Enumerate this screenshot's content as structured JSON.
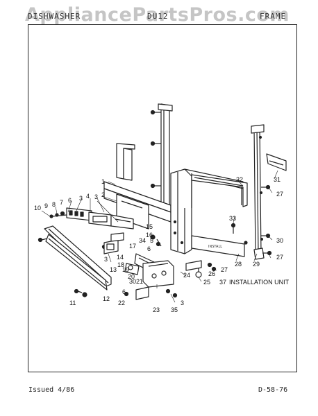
{
  "watermark": "AppliancePartsPros.com",
  "header": {
    "left": "DISHWASHER",
    "middle": "DU12",
    "right": "FRAME"
  },
  "footer": {
    "issued": "Issued 4/86",
    "page_code": "D-58-76"
  },
  "callouts": {
    "c1": "1",
    "c2": "2",
    "c3a": "3",
    "c3b": "3",
    "c3c": "3",
    "c3d": "3",
    "c4": "4",
    "c5": "5",
    "c6a": "6",
    "c6b": "6",
    "c6c": "6",
    "c7": "7",
    "c8": "8",
    "c9": "9",
    "c10": "10",
    "c11": "11",
    "c12": "12",
    "c13": "13",
    "c14": "14",
    "c15": "15",
    "c16": "16",
    "c17": "17",
    "c18": "18",
    "c19": "19",
    "c20": "20",
    "c21": "21",
    "c22": "22",
    "c23": "23",
    "c24": "24",
    "c25": "25",
    "c26": "26",
    "c27a": "27",
    "c27b": "27",
    "c27c": "27",
    "c28": "28",
    "c29": "29",
    "c30": "30",
    "c30b": "30",
    "c31": "31",
    "c32": "32",
    "c33": "33",
    "c34": "34",
    "c35": "35",
    "c37": "37",
    "install_label": "INSTALLATION UNIT"
  }
}
